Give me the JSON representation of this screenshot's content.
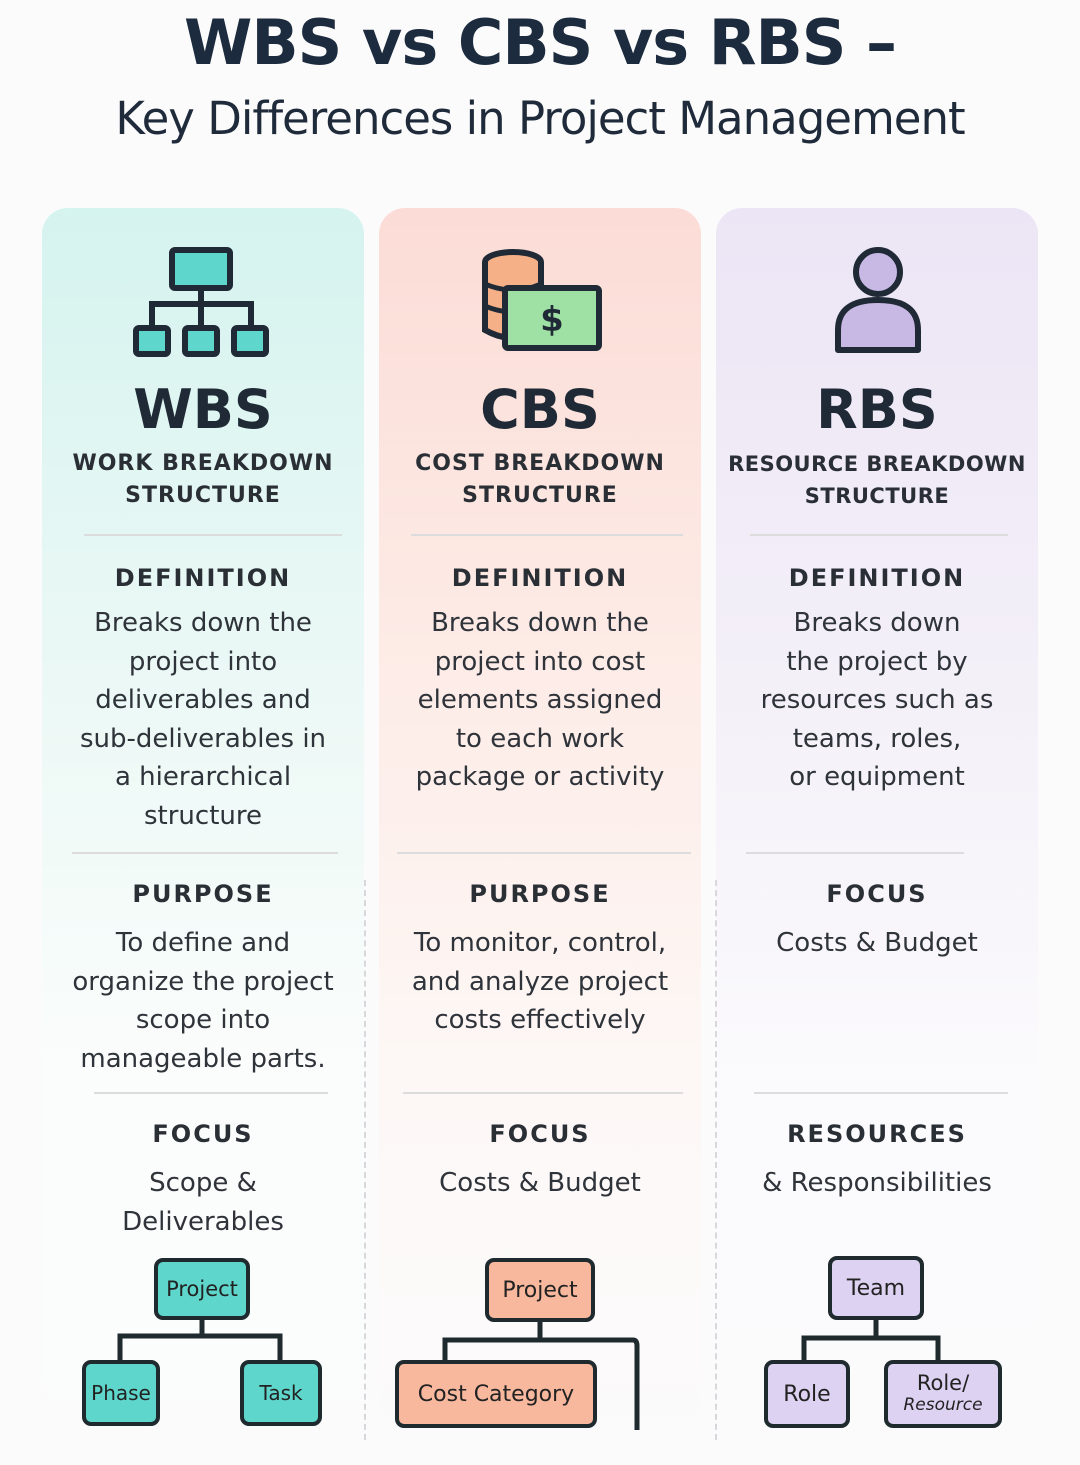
{
  "title": "WBS vs CBS vs RBS –",
  "subtitle": "Key Differences in Project Management",
  "columns": [
    {
      "id": "wbs",
      "abbr": "WBS",
      "full_name": "WORK BREAKDOWN\nSTRUCTURE",
      "section1": {
        "heading": "DEFINITION",
        "text": "Breaks down the\nproject into\ndeliverables and\nsub-deliverables in\na hierarchical\nstructure"
      },
      "section2": {
        "heading": "PURPOSE",
        "text": "To define and\norganize the project\nscope into\nmanageable parts."
      },
      "section3": {
        "heading": "FOCUS",
        "text": "Scope &\nDeliverables"
      },
      "diagram": {
        "top": "Project",
        "left": "Phase",
        "right": "Task"
      },
      "icon": "hierarchy-icon",
      "accent": "#5fd6cb"
    },
    {
      "id": "cbs",
      "abbr": "CBS",
      "full_name": "COST BREAKDOWN\nSTRUCTURE",
      "section1": {
        "heading": "DEFINITION",
        "text": "Breaks down the\nproject into cost\nelements assigned\nto each work\npackage or activity"
      },
      "section2": {
        "heading": "PURPOSE",
        "text": "To monitor, control,\nand analyze project\ncosts effectively"
      },
      "section3": {
        "heading": "FOCUS",
        "text": "Costs & Budget"
      },
      "diagram": {
        "top": "Project",
        "left": "Cost Category"
      },
      "icon": "coins-and-cash-icon",
      "accent": "#f7b89e"
    },
    {
      "id": "rbs",
      "abbr": "RBS",
      "full_name": "RESOURCE BREAKDOWN\nSTRUCTURE",
      "section1": {
        "heading": "DEFINITION",
        "text": "Breaks down\nthe project by\nresources such as\nteams, roles,\nor equipment"
      },
      "section2": {
        "heading": "FOCUS",
        "text": "Costs & Budget"
      },
      "section3": {
        "heading": "RESOURCES",
        "text": "& Responsibilities"
      },
      "diagram": {
        "top": "Team",
        "left": "Role",
        "right_line1": "Role/",
        "right_line2": "Resource"
      },
      "icon": "person-icon",
      "accent": "#ddd2f1"
    }
  ]
}
